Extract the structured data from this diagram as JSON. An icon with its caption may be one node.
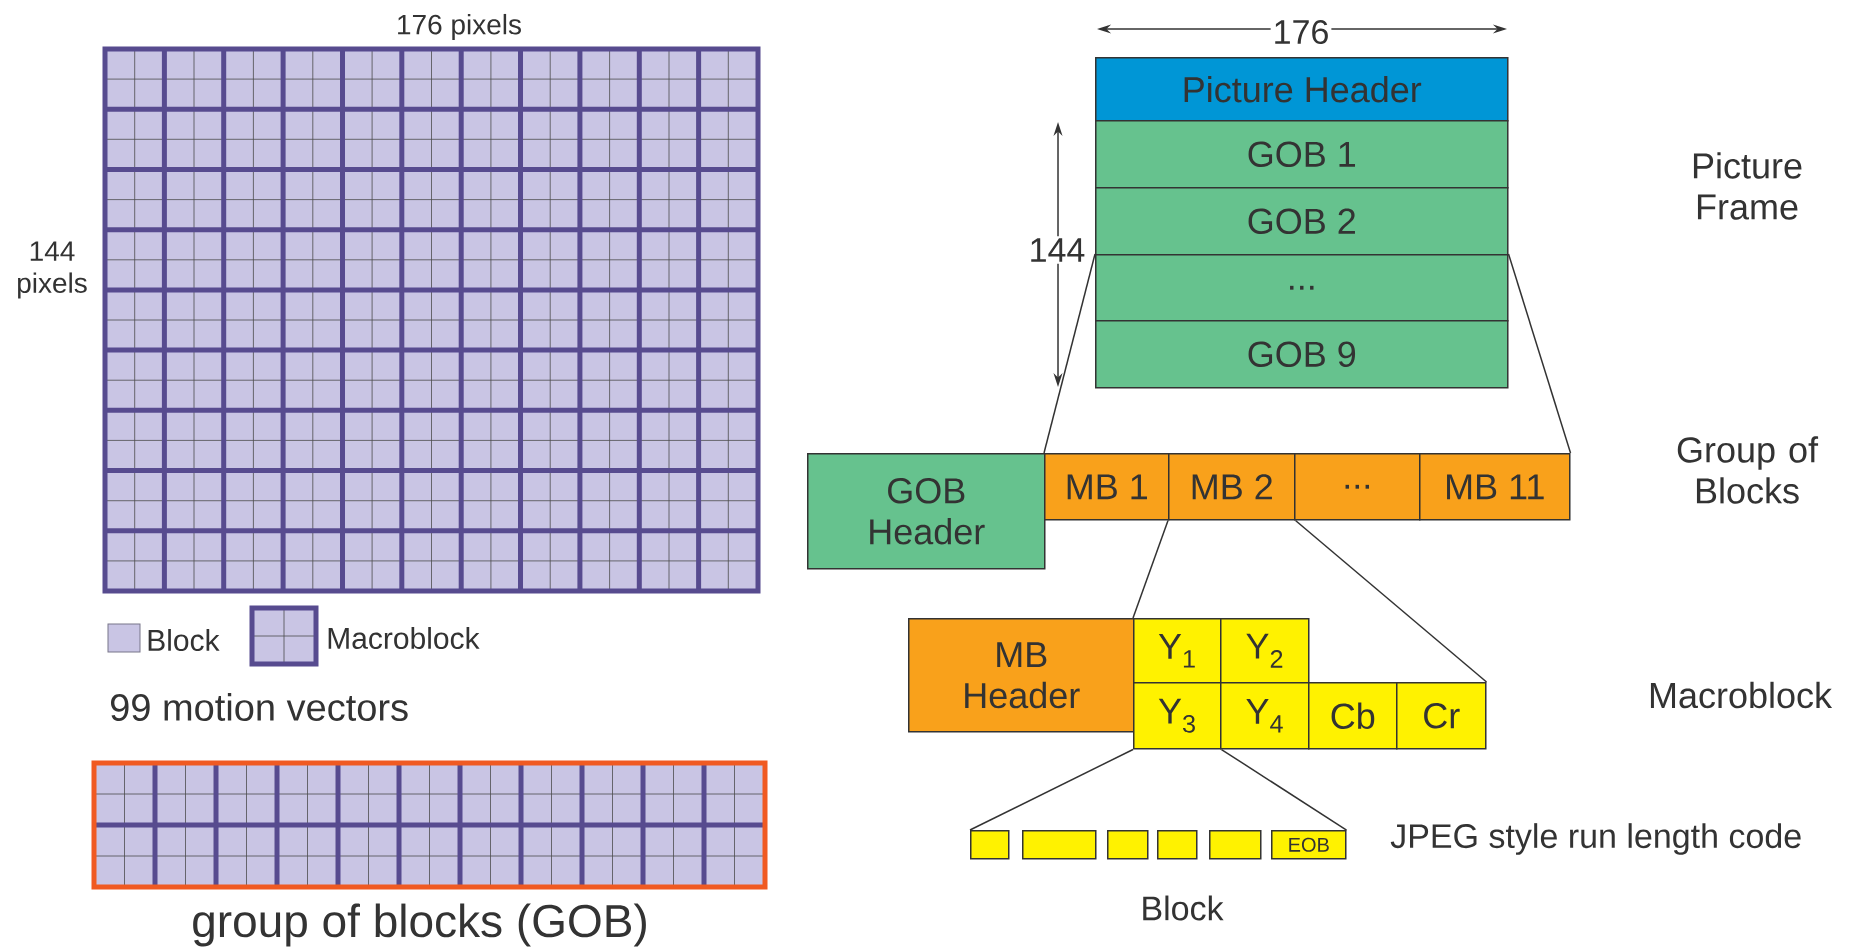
{
  "diagram": {
    "nodes": [
      {
        "text": [
          "Picture Header"
        ]
      },
      {
        "text": [
          "GOB 1"
        ]
      },
      {
        "text": [
          "GOB 2"
        ]
      },
      {
        "text": [
          "..."
        ]
      },
      {
        "text": [
          "GOB 9"
        ]
      },
      {
        "text": [
          "GOB Header"
        ]
      },
      {
        "text": [
          "MB 1"
        ]
      },
      {
        "text": [
          "MB 2"
        ]
      },
      {
        "text": [
          "..."
        ]
      },
      {
        "text": [
          "MB 11"
        ]
      },
      {
        "text": [
          "MB Header"
        ]
      },
      {
        "text": [
          "Y$_{1}$"
        ]
      },
      {
        "text": [
          "Y$_{2}$"
        ]
      },
      {
        "text": [
          "Y$_{3}$"
        ]
      },
      {
        "text": [
          "Y$_{4}$"
        ]
      },
      {
        "text": [
          "Cb"
        ]
      },
      {
        "text": [
          "Cr"
        ]
      },
      {
        "text": [],
        "shape": "box"
      },
      {
        "text": [],
        "shape": "box"
      },
      {
        "text": [],
        "shape": "box"
      },
      {
        "text": [],
        "shape": "box"
      },
      {
        "text": [],
        "shape": "box"
      },
      {
        "text": [
          "EOB"
        ]
      }
    ],
    "edges": [
      {
        "from": 3,
        "to": 6,
        "arrow": "none"
      },
      {
        "from": 3,
        "to": 9,
        "arrow": "none"
      },
      {
        "from": 7,
        "to": 11,
        "arrow": "none"
      },
      {
        "from": 7,
        "to": 16,
        "arrow": "none"
      },
      {
        "from": 13,
        "to": 17,
        "arrow": "none"
      },
      {
        "from": 13,
        "to": 22,
        "arrow": "none"
      }
    ],
    "labels": [
      "176 pixels",
      "144 pixels",
      "99 motion vectors",
      "group of blocks (GOB)",
      "176",
      "144",
      "Picture Frame",
      "Group of Blocks",
      "Macroblock",
      "JPEG style run length code",
      "Block"
    ],
    "legend": [
      {
        "text": "Block"
      },
      {
        "text": "Macroblock"
      }
    ]
  }
}
